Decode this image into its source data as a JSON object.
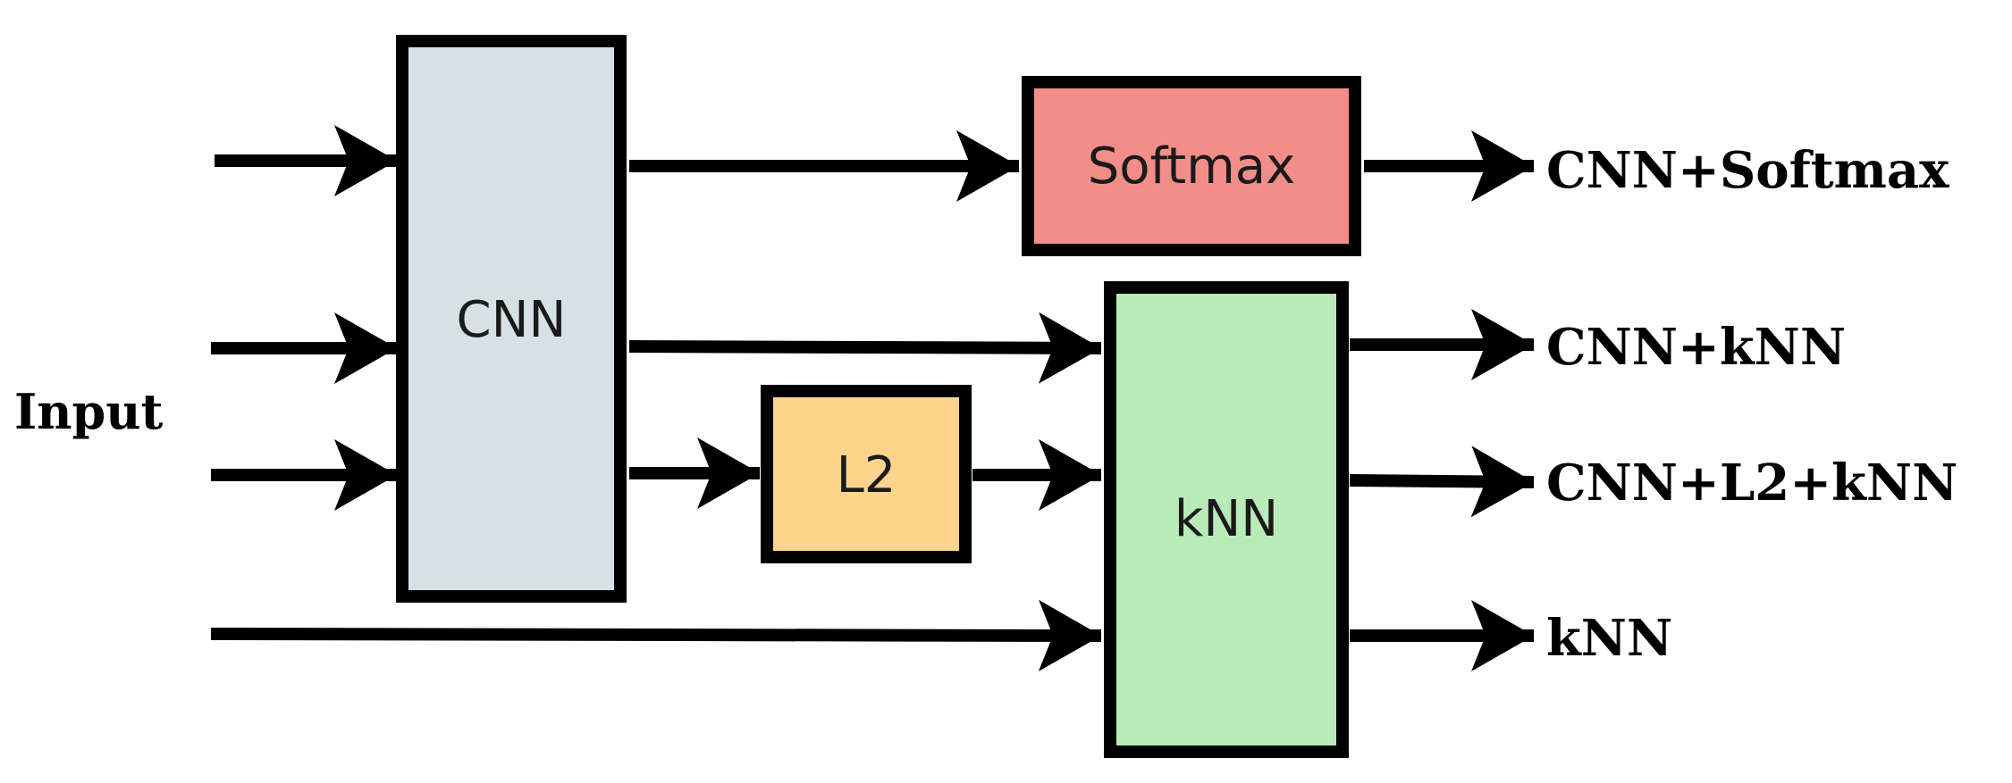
{
  "input_label": "Input",
  "nodes": {
    "cnn": {
      "label": "CNN",
      "color": "#d6e1e6"
    },
    "softmax": {
      "label": "Softmax",
      "color": "#f28e87"
    },
    "l2": {
      "label": "L2",
      "color": "#fdd48c"
    },
    "knn": {
      "label": "kNN",
      "color": "#b8ebb8"
    }
  },
  "outputs": [
    {
      "label": "CNN+Softmax"
    },
    {
      "label": "CNN+kNN"
    },
    {
      "label": "CNN+L2+kNN"
    },
    {
      "label": "kNN"
    }
  ]
}
